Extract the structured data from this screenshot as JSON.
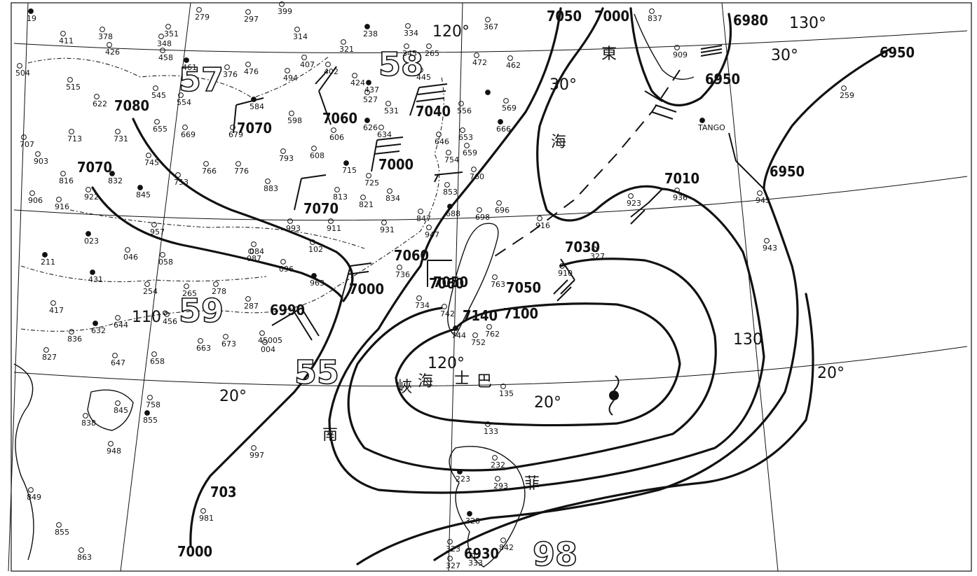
{
  "map": {
    "contour_labels": [
      "7050",
      "7000",
      "6950",
      "6990",
      "7000",
      "7010",
      "6950",
      "6980",
      "6950",
      "6930",
      "7000",
      "7050",
      "7030",
      "7060",
      "7070",
      "7060",
      "7040",
      "7080",
      "7070",
      "7070",
      "7060",
      "7140",
      "7100",
      "703",
      "7000",
      "7050"
    ],
    "grid_labels": [
      "120°",
      "130°",
      "30°",
      "30°",
      "20°",
      "20°",
      "20°",
      "110°",
      "120°",
      "130"
    ],
    "outline_numbers": [
      "57",
      "58",
      "59",
      "55",
      "98"
    ],
    "station_values": [
      "19",
      "411",
      "378",
      "426",
      "348",
      "351",
      "458",
      "461",
      "376",
      "476",
      "494",
      "407",
      "402",
      "424",
      "437",
      "445",
      "504",
      "515",
      "622",
      "545",
      "554",
      "584",
      "598",
      "606",
      "527",
      "531",
      "556",
      "569",
      "666",
      "707",
      "713",
      "731",
      "655",
      "669",
      "679",
      "626",
      "634",
      "646",
      "653",
      "659",
      "903",
      "816",
      "832",
      "745",
      "753",
      "766",
      "776",
      "793",
      "608",
      "715",
      "725",
      "754",
      "760",
      "906",
      "916",
      "922",
      "845",
      "883",
      "813",
      "821",
      "834",
      "853",
      "847",
      "688",
      "696",
      "916",
      "923",
      "936",
      "945",
      "943",
      "023",
      "957",
      "993",
      "911",
      "931",
      "947",
      "698",
      "211",
      "046",
      "058",
      "084",
      "087",
      "096",
      "102",
      "963",
      "736",
      "734",
      "742",
      "763",
      "327",
      "910",
      "431",
      "254",
      "265",
      "278",
      "287",
      "417",
      "644",
      "632",
      "836",
      "456",
      "663",
      "673",
      "45005",
      "004",
      "744",
      "752",
      "762",
      "827",
      "647",
      "658",
      "758",
      "855",
      "845",
      "838",
      "948",
      "997",
      "135",
      "133",
      "223",
      "232",
      "293",
      "849",
      "855",
      "863",
      "981",
      "328",
      "323",
      "327",
      "333",
      "842",
      "837",
      "909",
      "TANGO",
      "259",
      "279",
      "297",
      "399",
      "314",
      "321",
      "238",
      "334",
      "345",
      "265",
      "367",
      "472",
      "462"
    ],
    "cjk_labels": [
      "東",
      "海",
      "峽",
      "海",
      "士",
      "巴",
      "南",
      "菲"
    ]
  }
}
